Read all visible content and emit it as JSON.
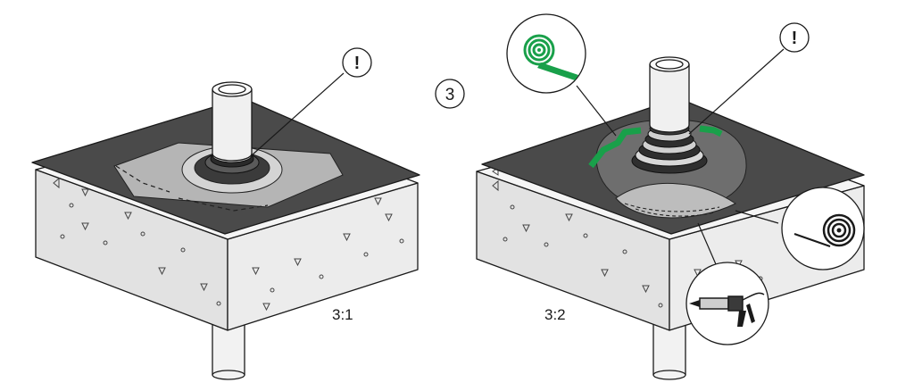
{
  "step_number": "3",
  "panels": [
    {
      "caption": "3:1",
      "warning_symbol": "!"
    },
    {
      "caption": "3:2",
      "warning_symbol": "!"
    }
  ],
  "callout_icons": [
    "tape-roll-icon",
    "sealing-tape-roll-icon",
    "caulking-gun-icon"
  ],
  "colors": {
    "membrane": "#4a4a4a",
    "concrete": "#e4e4e4",
    "flashing": "#bdbdbd",
    "tape_green": "#19a04a",
    "ink": "#1a1a1a"
  }
}
